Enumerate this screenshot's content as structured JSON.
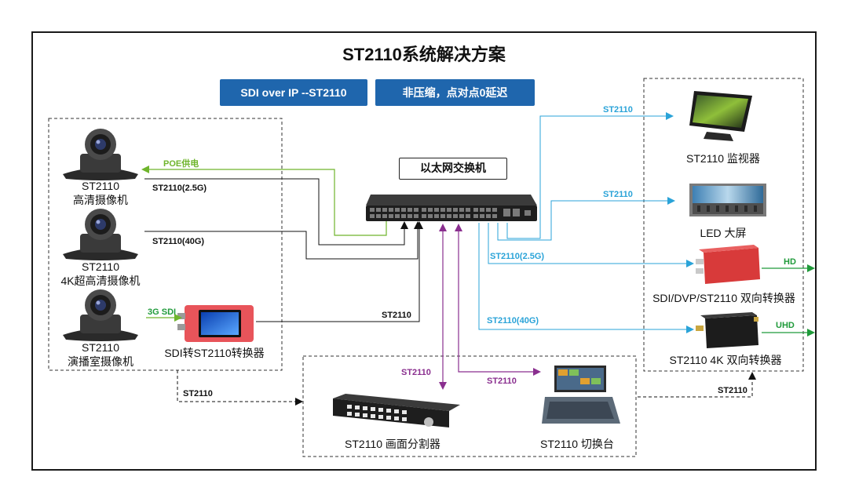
{
  "title": "ST2110系统解决方案",
  "badges": {
    "left": "SDI over IP --ST2110",
    "right": "非压缩，点对点0延迟"
  },
  "switch_label": "以太网交换机",
  "cameras": [
    {
      "line1": "ST2110",
      "line2": "高清摄像机"
    },
    {
      "line1": "ST2110",
      "line2": "4K超高清摄像机"
    },
    {
      "line1": "ST2110",
      "line2": "演播室摄像机"
    }
  ],
  "converter_left": "SDI转ST2110转换器",
  "outputs": {
    "monitor": "ST2110 监视器",
    "led": "LED 大屏",
    "converter_hd": "SDI/DVP/ST2110 双向转换器",
    "converter_4k": "ST2110 4K 双向转换器"
  },
  "bottom": {
    "multiviewer": "ST2110 画面分割器",
    "switcher": "ST2110 切换台"
  },
  "links": {
    "poe": "POE供电",
    "cam1": "ST2110(2.5G)",
    "cam2": "ST2110(40G)",
    "cam3_in": "3G SDI",
    "conv_out": "ST2110",
    "mv": "ST2110",
    "sw": "ST2110",
    "cam_to_bottom": "ST2110",
    "bottom_to_right": "ST2110",
    "to_monitor": "ST2110",
    "to_led": "ST2110",
    "to_hd": "ST2110(2.5G)",
    "to_4k": "ST2110(40G)",
    "hd_out": "HD",
    "uhd_out": "UHD"
  },
  "colors": {
    "badge": "#1f66ad",
    "poe": "#6fb52c",
    "sdi_out": "#1f9a3a",
    "ip_out": "#2aa3d8",
    "production": "#8a2f8f"
  },
  "icons": [
    "ptz-camera-icon",
    "network-switch-icon",
    "monitor-icon",
    "led-wall-icon",
    "converter-box-icon",
    "multiviewer-icon",
    "switcher-console-icon"
  ]
}
